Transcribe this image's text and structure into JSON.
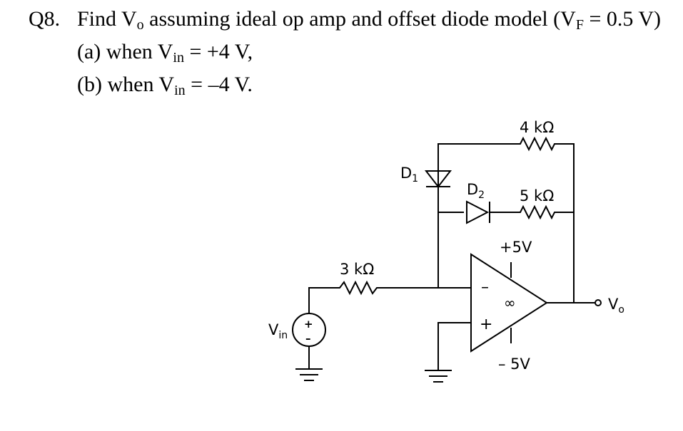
{
  "question": {
    "number": "Q8.",
    "line1_prefix": "Find V",
    "line1_sub": "o",
    "line1_mid": " assuming ideal op amp and offset diode model (V",
    "line1_sub2": "F",
    "line1_suffix": " = 0.5 V)",
    "part_a_prefix": "(a) when V",
    "part_a_sub": "in",
    "part_a_suffix": " = +4 V,",
    "part_b_prefix": "(b) when V",
    "part_b_sub": "in",
    "part_b_suffix": " = –4 V."
  },
  "circuit": {
    "r_feedback_top": "4 kΩ",
    "r_feedback_mid": "5 kΩ",
    "r_input": "3 kΩ",
    "diode1": "D",
    "diode1_sub": "1",
    "diode2": "D",
    "diode2_sub": "2",
    "vpos": "+5V",
    "vneg": "– 5V",
    "vin": "V",
    "vin_sub": "in",
    "vout": "V",
    "vout_sub": "o",
    "inv_sign": "–",
    "noninv_sign": "+",
    "infinity": "∞",
    "src_plus": "+",
    "src_minus": "–"
  }
}
